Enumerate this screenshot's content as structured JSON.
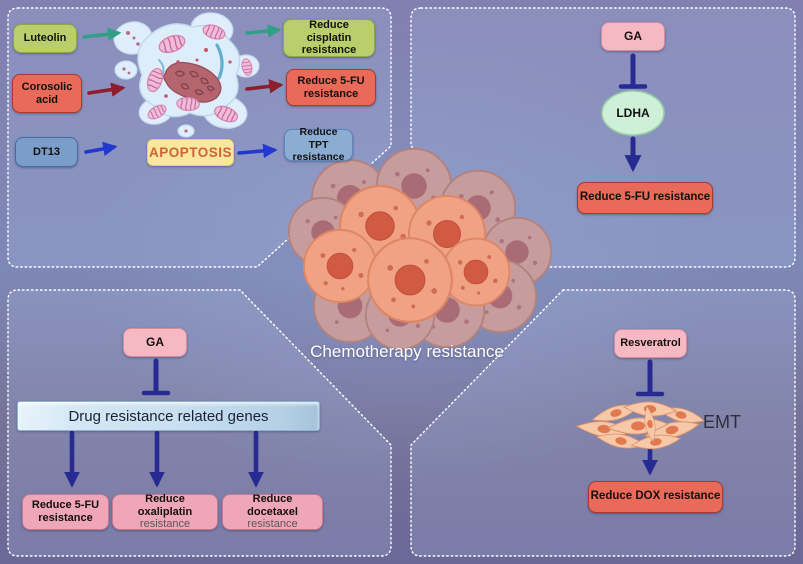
{
  "center": {
    "label": "Chemotherapy resistance"
  },
  "panels": {
    "top_left": {
      "luteolin": "Luteolin",
      "corosolic_acid": "Corosolic acid",
      "dt13": "DT13",
      "apoptosis": "APOPTOSIS",
      "reduce_cisplatin": "Reduce cisplatin resistance",
      "reduce_5fu": "Reduce 5-FU resistance",
      "reduce_tpt": "Reduce TPT resistance"
    },
    "top_right": {
      "ga": "GA",
      "ldha": "LDHA",
      "reduce_5fu": "Reduce 5-FU resistance"
    },
    "bottom_left": {
      "ga": "GA",
      "genes_bar": "Drug resistance related genes",
      "reduce_5fu": "Reduce 5-FU resistance",
      "reduce_oxaliplatin_l1": "Reduce oxaliplatin",
      "reduce_oxaliplatin_l2": "resistance",
      "reduce_docetaxel_l1": "Reduce docetaxel",
      "reduce_docetaxel_l2": "resistance"
    },
    "bottom_right": {
      "resveratrol": "Resveratrol",
      "emt": "EMT",
      "reduce_dox": "Reduce DOX resistance"
    }
  },
  "colors": {
    "green_box": "#bacf6b",
    "red_box": "#e96a58",
    "steel_box": "#7b9dc9",
    "yellow_box": "#f8e89d",
    "pink_box": "#f6b8c3",
    "rose_box": "#efa6b6",
    "ldha_ellipse": "#cdf0d6",
    "genes_bar": "#cde2f2",
    "arrow_teal": "#2f9f86",
    "arrow_darkred": "#8e1e2d",
    "arrow_blue": "#2338cf",
    "arrow_navy": "#272b91"
  }
}
